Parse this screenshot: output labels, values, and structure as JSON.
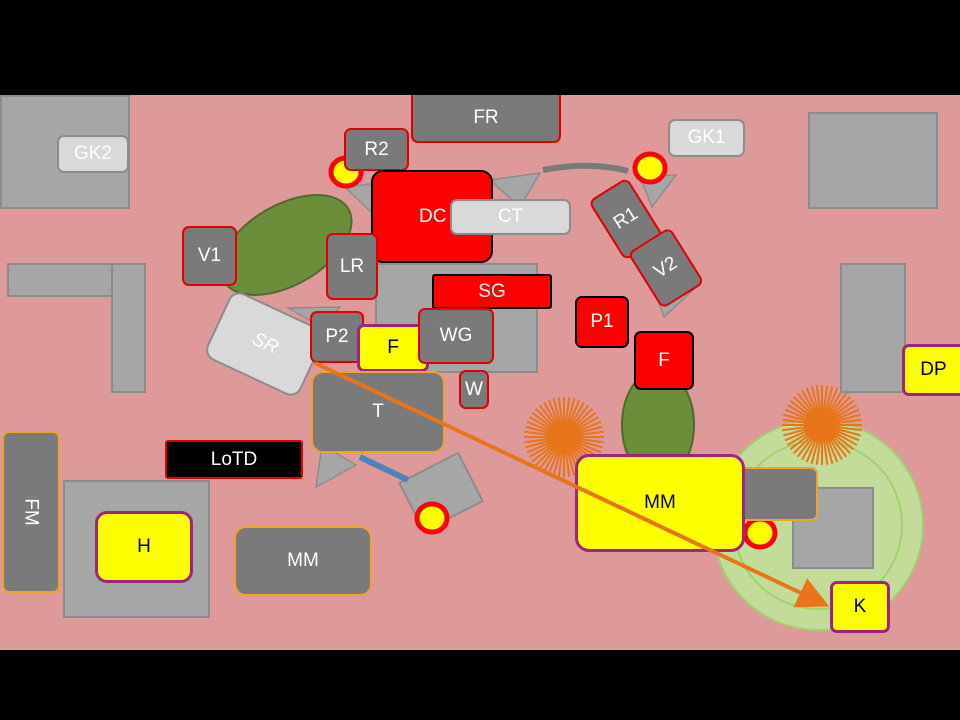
{
  "colors": {
    "field": "#de9999",
    "dark_grey": "#7a7a7a",
    "light_grey": "#d9d9d9",
    "red": "#ff0000",
    "yellow": "#ffff00",
    "green_ellipse": "#6b8e3a",
    "arrow": "#e8751a",
    "burst": "#e8751a",
    "pond": "#c3dc9a"
  },
  "labels": {
    "gk2": "GK2",
    "fr": "FR",
    "r2": "R2",
    "gk1": "GK1",
    "dc": "DC",
    "ct": "CT",
    "r1": "R1",
    "v2": "V2",
    "v1": "V1",
    "lr": "LR",
    "sg": "SG",
    "sr": "SR",
    "p2": "P2",
    "f_yellow": "F",
    "wg": "WG",
    "p1": "P1",
    "f_red": "F",
    "dp": "DP",
    "w": "W",
    "t": "T",
    "lotd": "LoTD",
    "fm": "FM",
    "h": "H",
    "mm_left": "MM",
    "mm_center": "MM",
    "k": "K"
  }
}
